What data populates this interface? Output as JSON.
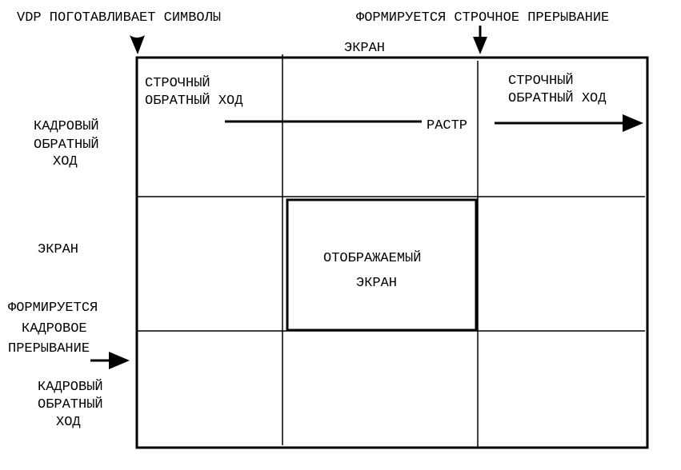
{
  "labels": {
    "vdp_prepares": "VDP ПОГОТАВЛИВАЕТ СИМВОЛЫ",
    "hsync_interrupt": "ФОРМИРУЕТСЯ СТРОЧНОЕ ПРЕРЫВАНИЕ",
    "screen_top": "ЭКРАН",
    "hretrace_left": [
      "СТРОЧНЫЙ",
      "ОБРАТНЫЙ ХОД"
    ],
    "hretrace_right": [
      "СТРОЧНЫЙ",
      "ОБРАТНЫЙ ХОД"
    ],
    "raster": "РАСТР",
    "vretrace_top": [
      "КАДРОВЫЙ",
      "ОБРАТНЫЙ",
      "ХОД"
    ],
    "screen_left": "ЭКРАН",
    "vsync_interrupt": [
      "ФОРМИРУЕТСЯ",
      "КАДРОВОЕ",
      "ПРЕРЫВАНИЕ"
    ],
    "vretrace_bottom": [
      "КАДРОВЫЙ",
      "ОБРАТНЫЙ",
      "ХОД"
    ],
    "displayed_screen": [
      "ОТОБРАЖАЕМЫЙ",
      "ЭКРАН"
    ]
  }
}
